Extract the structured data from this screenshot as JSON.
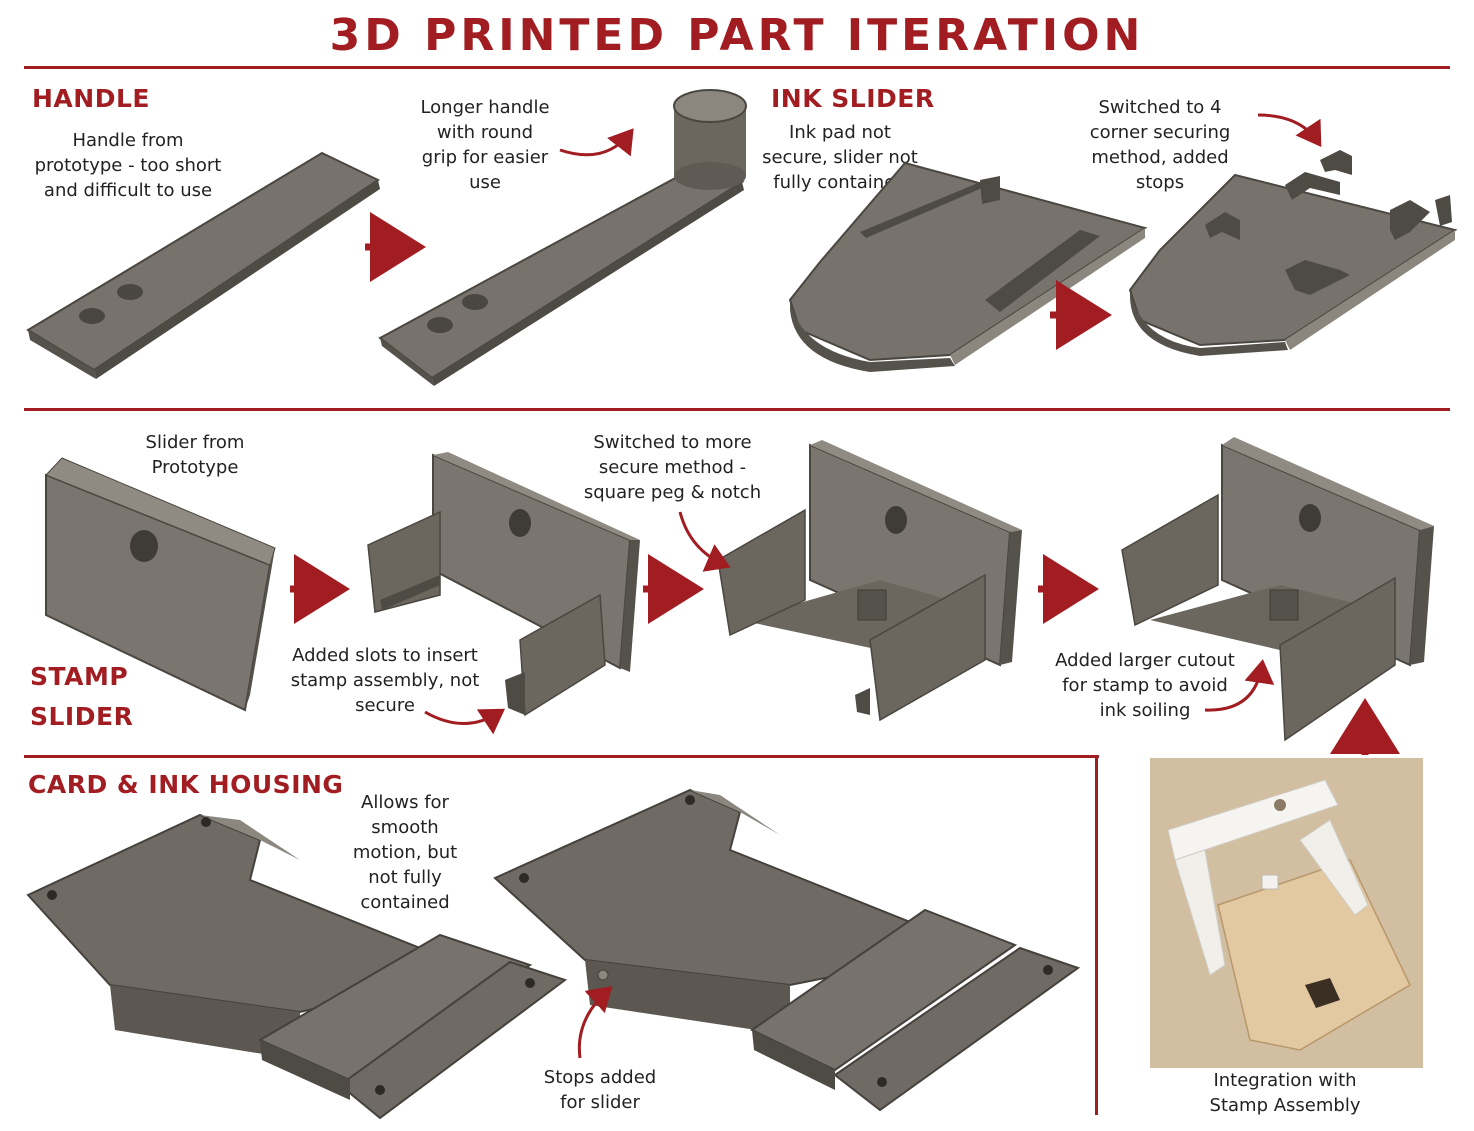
{
  "title": "3D PRINTED PART ITERATION",
  "colors": {
    "accent": "#a11d22",
    "part_fill": "#6f6b64",
    "part_edge": "#45413c",
    "part_light": "#8b877f"
  },
  "sections": {
    "handle": "HANDLE",
    "ink_slider": "INK SLIDER",
    "stamp_slider": [
      "STAMP",
      "SLIDER"
    ],
    "card_ink_housing": "CARD & INK HOUSING"
  },
  "notes": {
    "handle_prototype": [
      "Handle from",
      "prototype - too short",
      "and difficult to use"
    ],
    "handle_longer": [
      "Longer handle",
      "with round",
      "grip for easier",
      "use"
    ],
    "ink_pad": [
      "Ink pad not",
      "secure, slider not",
      "fully contained"
    ],
    "ink_corner": [
      "Switched to 4",
      "corner securing",
      "method, added",
      "stops"
    ],
    "slider_prototype": [
      "Slider from",
      "Prototype"
    ],
    "slider_slots": [
      "Added slots to insert",
      "stamp assembly, not",
      "secure"
    ],
    "slider_peg": [
      "Switched to more",
      "secure method -",
      "square peg & notch"
    ],
    "slider_cutout": [
      "Added larger cutout",
      "for stamp to avoid",
      "ink soiling"
    ],
    "housing_smooth": [
      "Allows for",
      "smooth",
      "motion, but",
      "not fully",
      "contained"
    ],
    "housing_stops": [
      "Stops added",
      "for slider"
    ],
    "integration": [
      "Integration with",
      "Stamp Assembly"
    ]
  }
}
